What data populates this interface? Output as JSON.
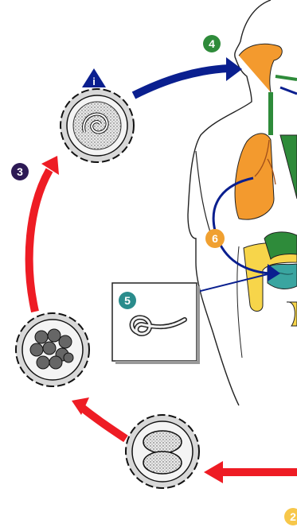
{
  "stages": {
    "s2": "2",
    "s3": "3",
    "s4": "4",
    "s5": "5",
    "s6": "6",
    "infective_marker": "i"
  },
  "colors": {
    "red_arrow": "#ee1c24",
    "navy_arrow": "#0a1f8f",
    "green_badge": "#2e8b3a",
    "teal_badge": "#2a8c8c",
    "orange_badge": "#f0a030",
    "purple_badge": "#2d1a55",
    "lung_orange": "#f39a2e",
    "intestine_green": "#2e8b57",
    "intestine_teal": "#3aa5a0",
    "intestine_yellow": "#f7d54a"
  },
  "icons": [
    "egg-with-larva-icon",
    "embryonated-egg-icon",
    "two-cell-egg-icon",
    "larva-icon",
    "human-body-icon",
    "lungs-icon",
    "intestines-icon"
  ]
}
